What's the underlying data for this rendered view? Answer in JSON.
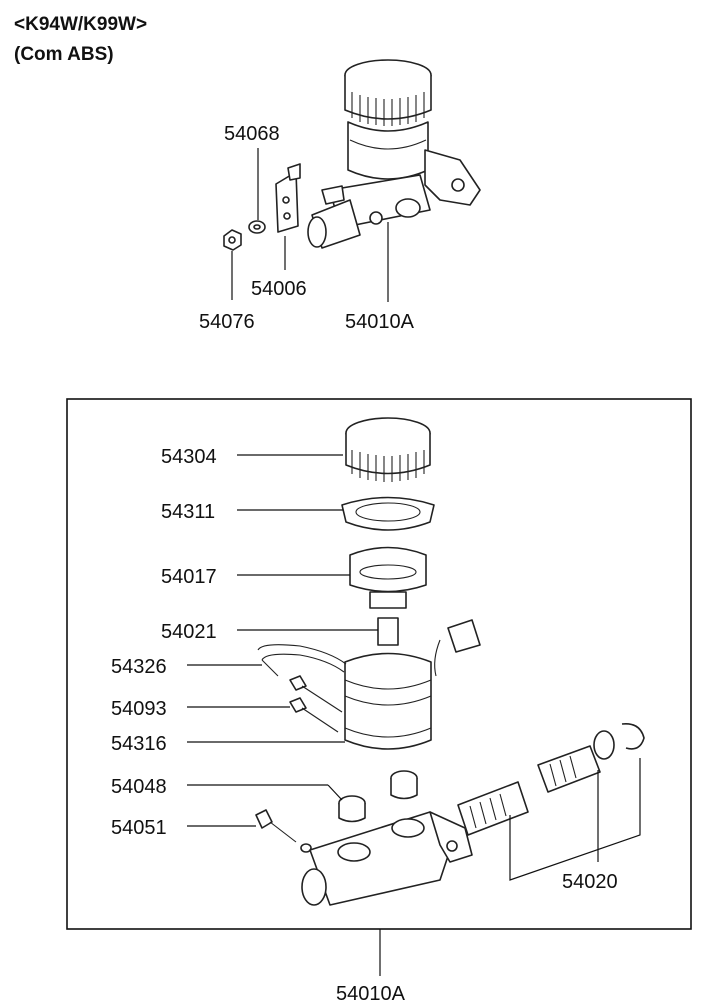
{
  "header": {
    "model": "<K94W/K99W>",
    "variant": "(Com ABS)"
  },
  "parts": {
    "upper": {
      "p54068": "54068",
      "p54006": "54006",
      "p54076": "54076",
      "p54010A": "54010A"
    },
    "box": {
      "p54304": "54304",
      "p54311": "54311",
      "p54017": "54017",
      "p54021": "54021",
      "p54326": "54326",
      "p54093": "54093",
      "p54316": "54316",
      "p54048": "54048",
      "p54051": "54051",
      "p54020": "54020"
    },
    "bottom": {
      "p54010A": "54010A"
    }
  }
}
